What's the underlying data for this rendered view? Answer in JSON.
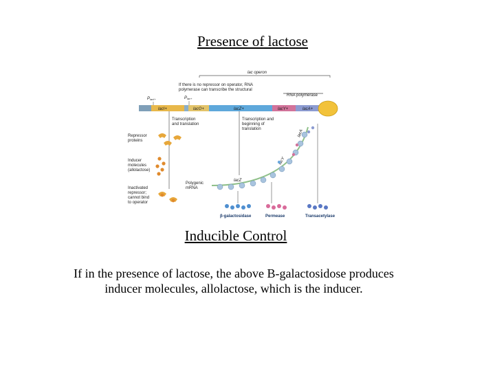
{
  "slide": {
    "title": "Presence of lactose",
    "subtitle": "Inducible Control",
    "body_lines": [
      "If in the presence of lactose, the above B-galactosidose produces",
      "inducer molecules, allolactose, which is the inducer."
    ]
  },
  "diagram": {
    "operon_label": "lac operon",
    "note_lines": [
      "If there is no repressor on operator, RNA",
      "polymerase can transcribe the structural"
    ],
    "rna_polymerase": "RNA polymerase",
    "p_laci": "P",
    "p_laci_sub": "lacI+",
    "p_lac": "P",
    "p_lac_sub": "lac+",
    "segments": {
      "laci": "lacI+",
      "laco": "lacO+",
      "lacz": "lacZ+",
      "lacy": "lacY+",
      "laca": "lacA+"
    },
    "transcription_left": [
      "Transcription",
      "and translation"
    ],
    "transcription_right": [
      "Transcription and",
      "beginning of",
      "translation"
    ],
    "repressor_proteins": [
      "Repressor",
      "proteins"
    ],
    "inducer_molecules": [
      "Inducer",
      "molecules",
      "(allolactose)"
    ],
    "inactivated_repressor": [
      "Inactivated",
      "repressor;",
      "cannot bind",
      "to operator"
    ],
    "polygenic_mrna": [
      "Polygenic",
      "mRNA"
    ],
    "mrna_lacz": "lacZ",
    "mrna_lacy": "lacY",
    "mrna_laca": "lacA",
    "products": {
      "bgal": "β-galactosidase",
      "permease": "Permease",
      "transacetylase": "Transacetylase"
    }
  }
}
